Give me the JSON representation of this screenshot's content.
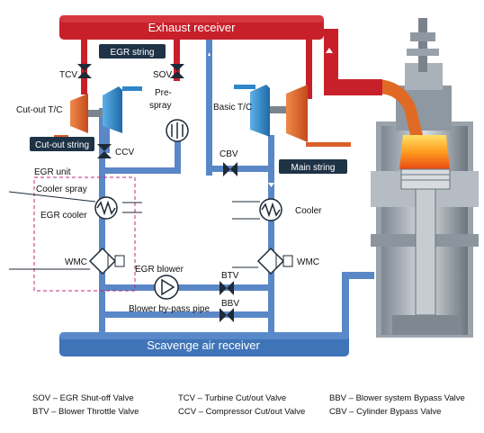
{
  "receivers": {
    "exhaust": "Exhaust receiver",
    "scavenge": "Scavenge air receiver"
  },
  "tags": {
    "egr_string": "EGR string",
    "cutout_string": "Cut-out string",
    "main_string": "Main string"
  },
  "labels": {
    "tcv": "TCV",
    "sov": "SOV",
    "pre": "Pre-",
    "spray": "spray",
    "cutout_tc": "Cut-out T/C",
    "basic_tc": "Basic T/C",
    "ccv": "CCV",
    "cbv": "CBV",
    "egr_unit": "EGR unit",
    "cooler_spray": "Cooler spray",
    "egr_cooler": "EGR cooler",
    "cooler": "Cooler",
    "wmc_left": "WMC",
    "wmc_right": "WMC",
    "egr_blower": "EGR blower",
    "btv": "BTV",
    "bbv": "BBV",
    "blower_bypass": "Blower by-pass pipe"
  },
  "legend": {
    "col1": [
      "SOV – EGR Shut-off Valve",
      "BTV – Blower Throttle Valve"
    ],
    "col2": [
      "TCV – Turbine Cut/out Valve",
      "CCV – Compressor Cut/out Valve"
    ],
    "col3": [
      "BBV – Blower system Bypass Valve",
      "CBV – Cylinder Bypass Valve"
    ]
  },
  "colors": {
    "exhaust": "#c8202a",
    "scavenge_pipe": "#5a87c6",
    "scavenge_receiver": "#3f74b8",
    "tag": "#1f3346",
    "turbine": "#d95f2b",
    "compressor": "#2e86c8"
  }
}
